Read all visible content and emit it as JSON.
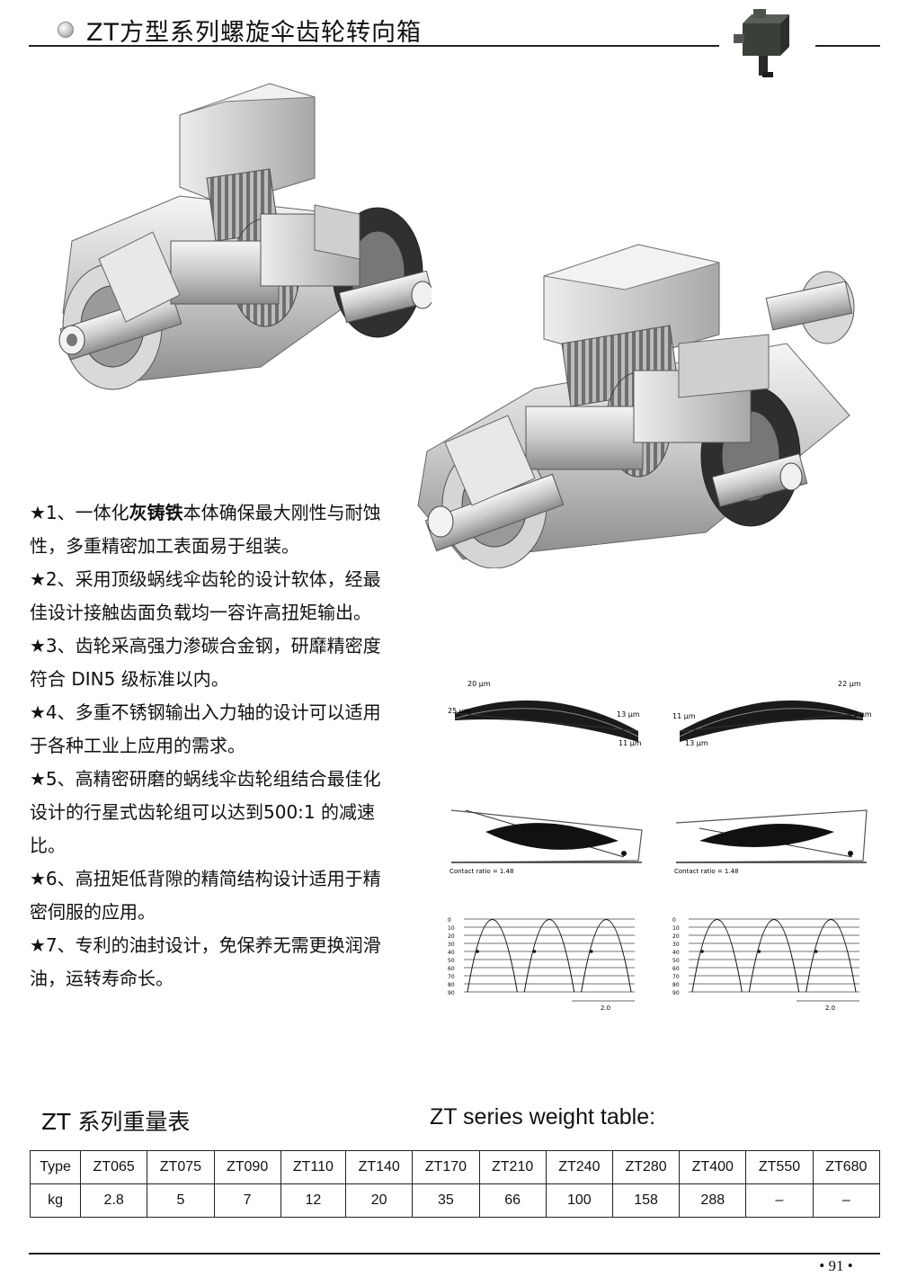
{
  "header": {
    "title": "ZT方型系列螺旋伞齿轮转向箱"
  },
  "features": [
    {
      "prefix": "★1、一体化",
      "bold": "灰铸铁",
      "rest": "本体确保最大刚性与耐蚀性，多重精密加工表面易于组装。"
    },
    {
      "prefix": "",
      "bold": "",
      "rest": "★2、采用顶级蜗线伞齿轮的设计软体，经最佳设计接触齿面负载均一容许高扭矩输出。"
    },
    {
      "prefix": "",
      "bold": "",
      "rest": "★3、齿轮采高强力渗碳合金钢，研靡精密度符合 DIN5 级标准以内。"
    },
    {
      "prefix": "",
      "bold": "",
      "rest": "★4、多重不锈钢输出入力轴的设计可以适用于各种工业上应用的需求。"
    },
    {
      "prefix": "",
      "bold": "",
      "rest": "★5、高精密研磨的蜗线伞齿轮组结合最佳化设计的行星式齿轮组可以达到500:1 的减速比。"
    },
    {
      "prefix": "",
      "bold": "",
      "rest": "★6、高扭矩低背隙的精简结构设计适用于精密伺服的应用。"
    },
    {
      "prefix": "",
      "bold": "",
      "rest": "★7、专利的油封设计，免保养无需更换润滑油，运转寿命长。"
    }
  ],
  "diagrams": {
    "tooth_left": {
      "top": "20 μm",
      "left": "25 μm",
      "right": "13 μm",
      "bottom": "11 μm"
    },
    "tooth_right": {
      "top": "22 μm",
      "left": "11 μm",
      "right": "20 μm",
      "bottom": "13 μm"
    },
    "contact_label": "Contact ratio = 1.48",
    "wave_ticks": [
      "0",
      "10",
      "20",
      "30",
      "40",
      "50",
      "60",
      "70",
      "80",
      "90"
    ],
    "wave_span": "2.0"
  },
  "weight_table": {
    "title_cn": "ZT 系列重量表",
    "title_en": "ZT  series weight table:",
    "header": [
      "Type",
      "ZT065",
      "ZT075",
      "ZT090",
      "ZT110",
      "ZT140",
      "ZT170",
      "ZT210",
      "ZT240",
      "ZT280",
      "ZT400",
      "ZT550",
      "ZT680"
    ],
    "row": [
      "kg",
      "2.8",
      "5",
      "7",
      "12",
      "20",
      "35",
      "66",
      "100",
      "158",
      "288",
      "–",
      "–"
    ]
  },
  "footer": {
    "page": "• 91 •"
  }
}
